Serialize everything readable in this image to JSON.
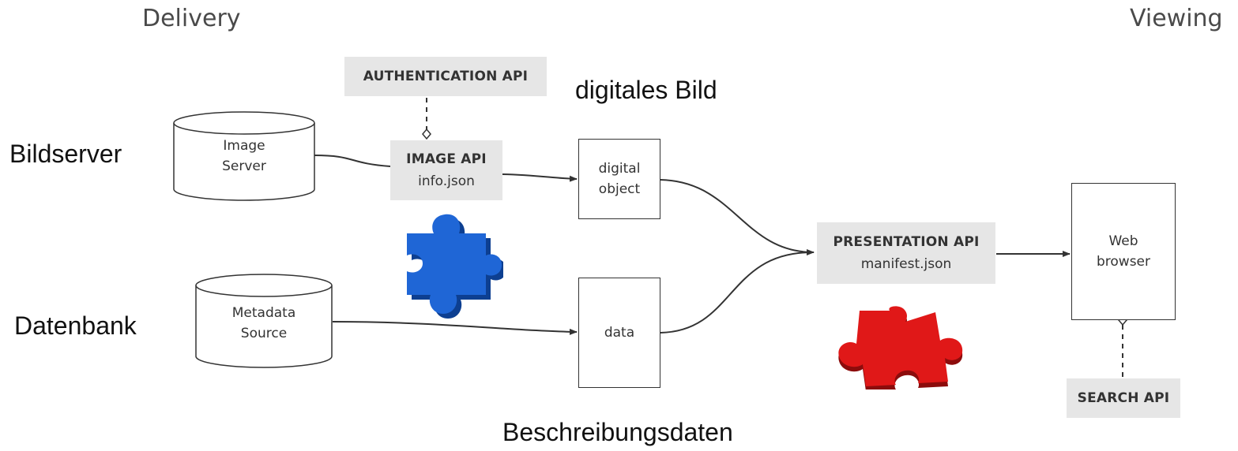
{
  "headings": {
    "delivery": "Delivery",
    "viewing": "Viewing"
  },
  "side_labels": {
    "bildserver": "Bildserver",
    "datenbank": "Datenbank"
  },
  "annotations": {
    "digitales_bild": "digitales Bild",
    "beschreibungsdaten": "Beschreibungsdaten"
  },
  "sources": {
    "image_server": {
      "line1": "Image",
      "line2": "Server"
    },
    "metadata_source": {
      "line1": "Metadata",
      "line2": "Source"
    }
  },
  "apis": {
    "authentication": {
      "title": "AUTHENTICATION API"
    },
    "image": {
      "title": "IMAGE API",
      "sub": "info.json"
    },
    "presentation": {
      "title": "PRESENTATION API",
      "sub": "manifest.json"
    },
    "search": {
      "title": "SEARCH API"
    }
  },
  "objects": {
    "digital_object": {
      "line1": "digital",
      "line2": "object"
    },
    "data": {
      "line1": "data"
    },
    "web_browser": {
      "line1": "Web",
      "line2": "browser"
    }
  },
  "colors": {
    "puzzle_blue": "#1f66d6",
    "puzzle_red": "#e01818",
    "api_box": "#e6e6e6",
    "line": "#333333"
  },
  "icons": {
    "puzzle_blue": "puzzle-piece-icon",
    "puzzle_red": "puzzle-piece-icon"
  }
}
